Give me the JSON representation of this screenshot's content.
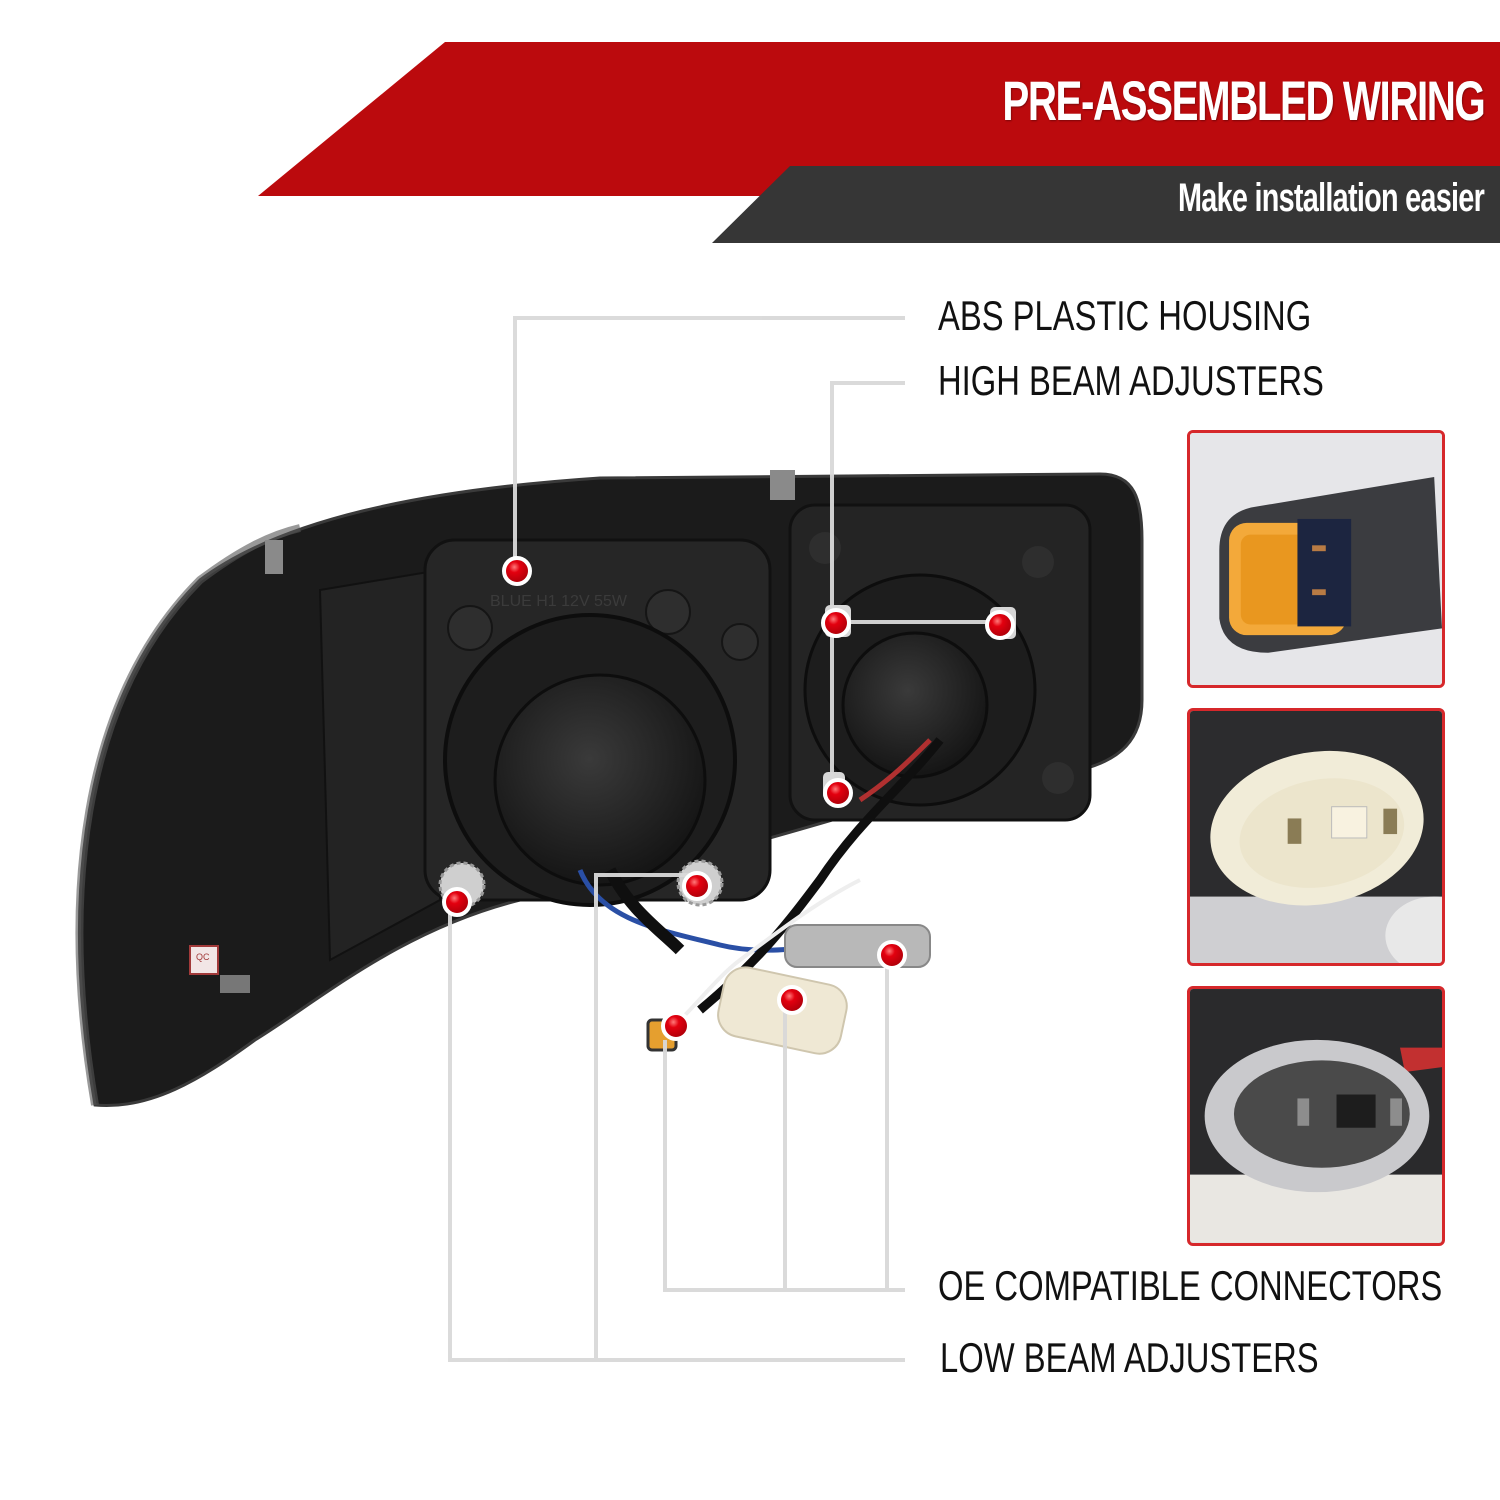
{
  "header": {
    "title": "PRE-ASSEMBLED WIRING",
    "subtitle": "Make installation easier"
  },
  "colors": {
    "banner_red": "#bb0a0d",
    "banner_dark": "#363636",
    "marker_red": "#e3000f",
    "callout_line": "#d9d9d9",
    "thumb_border": "#d6282b"
  },
  "callouts": {
    "top": [
      {
        "label": "ABS PLASTIC HOUSING"
      },
      {
        "label": "HIGH BEAM ADJUSTERS"
      }
    ],
    "bottom": [
      {
        "label": "OE COMPATIBLE CONNECTORS"
      },
      {
        "label": "LOW BEAM ADJUSTERS"
      }
    ]
  },
  "product": {
    "housing_embossed_text": "BLUE H1 12V 55W",
    "qc_sticker": "QC"
  },
  "thumbnails": [
    {
      "name": "yellow-2pin-connector"
    },
    {
      "name": "cream-3pin-connector"
    },
    {
      "name": "gray-3pin-connector"
    }
  ]
}
